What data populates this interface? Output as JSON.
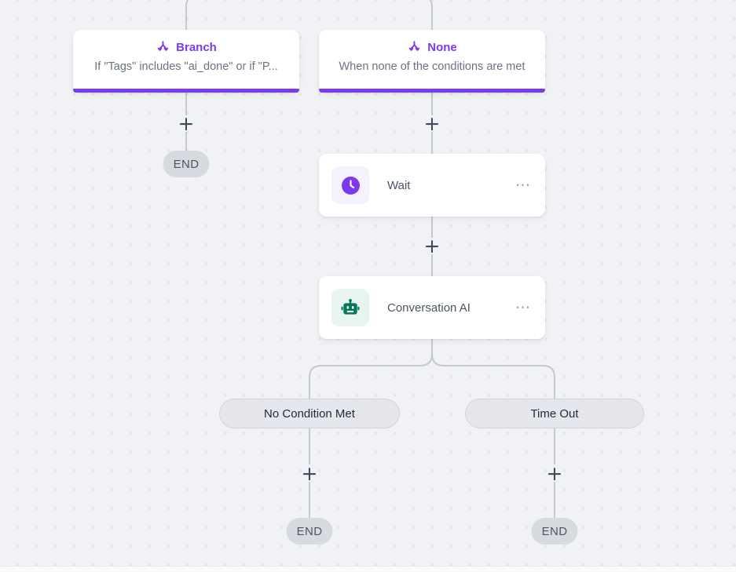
{
  "colors": {
    "accent_purple": "#7c3aed",
    "canvas_bg": "#f1f2f5",
    "connector_gray": "#c6c9d0",
    "robot_green": "#047857",
    "end_pill_bg": "#d7dade",
    "card_bg": "#ffffff"
  },
  "icons": {
    "branch_split": "fork-arrows",
    "wait": "clock",
    "conversation_ai": "robot",
    "add_step": "+",
    "card_menu": "⋯"
  },
  "workflow": {
    "branch_node": {
      "title": "Branch",
      "subtitle": "If \"Tags\" includes \"ai_done\" or if \"P..."
    },
    "none_node": {
      "title": "None",
      "subtitle": "When none of the conditions are met"
    },
    "wait_node": {
      "label": "Wait"
    },
    "conversation_ai_node": {
      "label": "Conversation AI"
    },
    "outcomes": {
      "no_condition_met": "No Condition Met",
      "time_out": "Time Out"
    },
    "end_label": "END"
  }
}
